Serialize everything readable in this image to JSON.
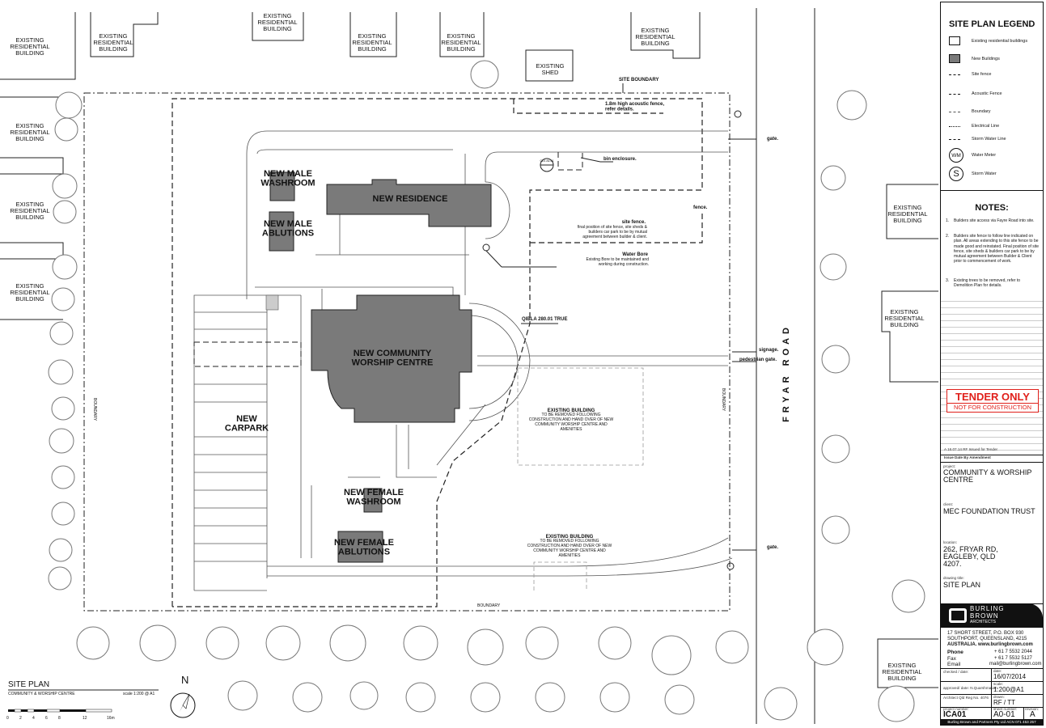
{
  "drawing": {
    "title": "SITE PLAN",
    "subtitle": "COMMUNITY & WORSHIP CENTRE",
    "scale": "scale 1:200 @ A1",
    "scale_ticks": [
      "0",
      "2",
      "4",
      "6",
      "8",
      "12",
      "16m"
    ],
    "north": "N"
  },
  "labels": {
    "existing_res": "EXISTING RESIDENTIAL BUILDING",
    "existing_shed": "EXISTING SHED",
    "site_boundary": "SITE BOUNDARY",
    "acoustic_fence": "1.8m high acoustic fence, refer details.",
    "bin_enclosure": "bin enclosure.",
    "gate": "gate.",
    "fence": "fence.",
    "signage": "signage.",
    "pedestrian_gate": "pedestrian gate.",
    "site_fence_title": "site fence.",
    "site_fence_body": "final position of site fence, site sheds & builders car park to be by mutual agreement between builder & client.",
    "water_bore_title": "Water Bore",
    "water_bore_body": "Existing Bore to be maintained and working during construction.",
    "qibla": "QIBLA 280.01 TRUE",
    "boundary": "BOUNDARY",
    "road": "FRYAR ROAD",
    "cd": "CD1 A4-01",
    "new_male_washroom": "NEW MALE WASHROOM",
    "new_residence": "NEW RESIDENCE",
    "new_male_ablutions": "NEW MALE ABLUTIONS",
    "new_worship": "NEW COMMUNITY WORSHIP CENTRE",
    "new_carpark": "NEW CARPARK",
    "new_female_washroom": "NEW FEMALE WASHROOM",
    "new_female_ablutions": "NEW FEMALE ABLUTIONS",
    "existing_building_title": "EXISTING BUILDING",
    "existing_building_note": "TO BE REMOVED FOLLOWING CONSTRUCTION AND HAND OVER OF NEW COMMUNITY WORSHIP CENTRE AND AMENITIES"
  },
  "legend": {
    "title": "SITE PLAN LEGEND",
    "items": [
      {
        "label": "Existing residential buildings",
        "sym": "box"
      },
      {
        "label": "New Buildings",
        "sym": "grey"
      },
      {
        "label": "Site fence",
        "sym": "dash"
      },
      {
        "label": "Acoustic Fence",
        "sym": "dash2"
      },
      {
        "label": "Boundary",
        "sym": "dashdot"
      },
      {
        "label": "Electrical Line",
        "sym": "dots"
      },
      {
        "label": "Storm Water Line",
        "sym": "storm"
      },
      {
        "label": "Water Meter",
        "sym": "WM"
      },
      {
        "label": "Storm Water",
        "sym": "S"
      }
    ]
  },
  "notes": {
    "title": "NOTES:",
    "items": [
      {
        "n": "1.",
        "text": "Builders site access via Fayre Road into site."
      },
      {
        "n": "2.",
        "text": "Builders site fence to follow line indicated on plan. All areas extending to this site fence to be made good and reinstated. Final position of site fence, site sheds & builders car park to be by mutual agreement between Builder & Client prior to commencement of work."
      },
      {
        "n": "3.",
        "text": "Existing trees to be removed, refer to Demolition Plan for details."
      }
    ]
  },
  "stamp": {
    "line1": "TENDER ONLY",
    "line2": "NOT FOR CONSTRUCTION",
    "color": "#e0201b"
  },
  "revision": {
    "row": "A    16.07.14  RF    Issued for Tender",
    "header": "Issue  Date    By  Amendment"
  },
  "project": {
    "project_lbl": "project:",
    "project": "COMMUNITY & WORSHIP CENTRE",
    "client_lbl": "client:",
    "client": "MEC FOUNDATION TRUST",
    "location_lbl": "location:",
    "location": "262, FRYAR RD, EAGLEBY, QLD 4207.",
    "drawing_lbl": "drawing title:",
    "drawing": "SITE PLAN"
  },
  "company": {
    "name1": "BURLING",
    "name2": "BROWN",
    "name3": "ARCHITECTS",
    "addr1": "17 SHORT STREET,    P.O. BOX 930",
    "addr2": "SOUTHPORT, QUEENSLAND, 4215",
    "addr3": "AUSTRALIA. www.burlingbrown.com",
    "phone_lbl": "Phone",
    "phone": "+ 61 7 5532 2044",
    "fax_lbl": "Fax",
    "fax": "+ 61 7 5532 5127",
    "email_lbl": "Email",
    "email": "mail@burlingbrown.com"
  },
  "meta": {
    "checked_lbl": "checked / date:",
    "date_lbl": "date:",
    "date": "16/07/2014",
    "approved_lbl": "approved/ date: N.Quarshmatian",
    "scale_lbl": "scale:",
    "scale": "1:200@A1",
    "arch_reg": "Architect Qld Reg No. 4076",
    "drawn_lbl": "drawn:",
    "drawn": "RF / TT",
    "projno_lbl": "project number:",
    "projno": "ICA01",
    "sheet_lbl": "sheet number:",
    "sheet": "A0-01",
    "rev_lbl": "revision:",
    "rev": "A",
    "footer": "Burling Brown and Partners Pty Ltd    ACN 071 453 257"
  }
}
